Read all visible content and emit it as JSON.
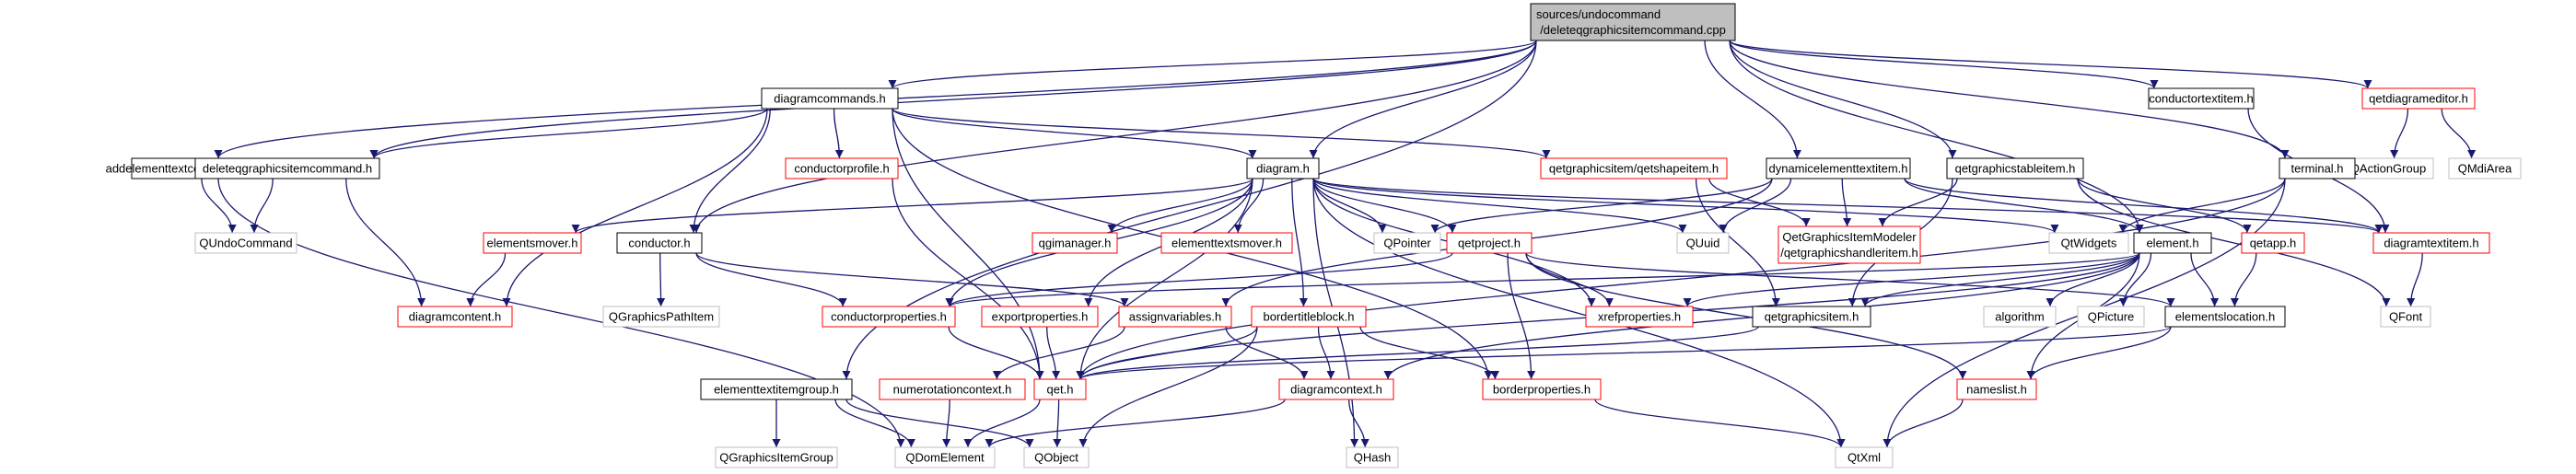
{
  "style": {
    "edge_color": "#191970",
    "root_fill": "#bfbfbf",
    "node_border_black": "#000000",
    "node_border_red": "#ff0000",
    "node_border_gray": "#bfbfbf",
    "node_fill": "#ffffff",
    "gray_text": "#000000"
  },
  "nodes": [
    {
      "id": "root",
      "lines": [
        "sources/undocommand",
        "/deleteqgraphicsitemcommand.cpp"
      ],
      "kind": "root"
    },
    {
      "id": "addelementtextcommand",
      "lines": [
        "addelementtextcommand.h"
      ],
      "kind": "black"
    },
    {
      "id": "deleteqgraphicsitemcommand",
      "lines": [
        "deleteqgraphicsitemcommand.h"
      ],
      "kind": "black"
    },
    {
      "id": "diagramcommands",
      "lines": [
        "diagramcommands.h"
      ],
      "kind": "black"
    },
    {
      "id": "conductortextitem",
      "lines": [
        "conductortextitem.h"
      ],
      "kind": "black"
    },
    {
      "id": "qetdiagrameditor",
      "lines": [
        "qetdiagrameditor.h"
      ],
      "kind": "red"
    },
    {
      "id": "qactiongroup",
      "lines": [
        "QActionGroup"
      ],
      "kind": "gray"
    },
    {
      "id": "qmdiarea",
      "lines": [
        "QMdiArea"
      ],
      "kind": "gray"
    },
    {
      "id": "terminal",
      "lines": [
        "terminal.h"
      ],
      "kind": "black"
    },
    {
      "id": "conductorprofile",
      "lines": [
        "conductorprofile.h"
      ],
      "kind": "red"
    },
    {
      "id": "diagram",
      "lines": [
        "diagram.h"
      ],
      "kind": "black"
    },
    {
      "id": "qetshapeitem",
      "lines": [
        "qetgraphicsitem/qetshapeitem.h"
      ],
      "kind": "red"
    },
    {
      "id": "dynamicelementtextitem",
      "lines": [
        "dynamicelementtextitem.h"
      ],
      "kind": "black"
    },
    {
      "id": "qetgraphicstableitem",
      "lines": [
        "qetgraphicstableitem.h"
      ],
      "kind": "black"
    },
    {
      "id": "qundocommand",
      "lines": [
        "QUndoCommand"
      ],
      "kind": "gray"
    },
    {
      "id": "elementsmover",
      "lines": [
        "elementsmover.h"
      ],
      "kind": "red"
    },
    {
      "id": "conductor",
      "lines": [
        "conductor.h"
      ],
      "kind": "black"
    },
    {
      "id": "qetgraphicsitemmodeler",
      "lines": [
        "QetGraphicsItemModeler",
        "/qetgraphicshandleritem.h"
      ],
      "kind": "red"
    },
    {
      "id": "qpointer",
      "lines": [
        "QPointer"
      ],
      "kind": "gray"
    },
    {
      "id": "qgimanager",
      "lines": [
        "qgimanager.h"
      ],
      "kind": "red"
    },
    {
      "id": "elementtextsmover",
      "lines": [
        "elementtextsmover.h"
      ],
      "kind": "red"
    },
    {
      "id": "qetproject",
      "lines": [
        "qetproject.h"
      ],
      "kind": "red"
    },
    {
      "id": "quuid",
      "lines": [
        "QUuid"
      ],
      "kind": "gray"
    },
    {
      "id": "qtwidgets",
      "lines": [
        "QtWidgets"
      ],
      "kind": "gray"
    },
    {
      "id": "element",
      "lines": [
        "element.h"
      ],
      "kind": "black"
    },
    {
      "id": "qetapp",
      "lines": [
        "qetapp.h"
      ],
      "kind": "red"
    },
    {
      "id": "diagramtextitem",
      "lines": [
        "diagramtextitem.h"
      ],
      "kind": "red"
    },
    {
      "id": "diagramcontent",
      "lines": [
        "diagramcontent.h"
      ],
      "kind": "red"
    },
    {
      "id": "qgraphicspathitem",
      "lines": [
        "QGraphicsPathItem"
      ],
      "kind": "gray"
    },
    {
      "id": "conductorproperties",
      "lines": [
        "conductorproperties.h"
      ],
      "kind": "red"
    },
    {
      "id": "exportproperties",
      "lines": [
        "exportproperties.h"
      ],
      "kind": "red"
    },
    {
      "id": "assignvariables",
      "lines": [
        "assignvariables.h"
      ],
      "kind": "red"
    },
    {
      "id": "bordertitleblock",
      "lines": [
        "bordertitleblock.h"
      ],
      "kind": "red"
    },
    {
      "id": "xrefproperties",
      "lines": [
        "xrefproperties.h"
      ],
      "kind": "red"
    },
    {
      "id": "qetgraphicsitem",
      "lines": [
        "qetgraphicsitem.h"
      ],
      "kind": "black"
    },
    {
      "id": "algorithm",
      "lines": [
        "algorithm"
      ],
      "kind": "gray"
    },
    {
      "id": "qpicture",
      "lines": [
        "QPicture"
      ],
      "kind": "gray"
    },
    {
      "id": "elementslocation",
      "lines": [
        "elementslocation.h"
      ],
      "kind": "black"
    },
    {
      "id": "qfont",
      "lines": [
        "QFont"
      ],
      "kind": "gray"
    },
    {
      "id": "elementtextitemgroup",
      "lines": [
        "elementtextitemgroup.h"
      ],
      "kind": "black"
    },
    {
      "id": "numerotationcontext",
      "lines": [
        "numerotationcontext.h"
      ],
      "kind": "red"
    },
    {
      "id": "qet",
      "lines": [
        "qet.h"
      ],
      "kind": "red"
    },
    {
      "id": "diagramcontext",
      "lines": [
        "diagramcontext.h"
      ],
      "kind": "red"
    },
    {
      "id": "borderproperties",
      "lines": [
        "borderproperties.h"
      ],
      "kind": "red"
    },
    {
      "id": "nameslist",
      "lines": [
        "nameslist.h"
      ],
      "kind": "red"
    },
    {
      "id": "qgraphicsitemgroup",
      "lines": [
        "QGraphicsItemGroup"
      ],
      "kind": "gray"
    },
    {
      "id": "qdomelement",
      "lines": [
        "QDomElement"
      ],
      "kind": "gray"
    },
    {
      "id": "qobject",
      "lines": [
        "QObject"
      ],
      "kind": "gray"
    },
    {
      "id": "qhash",
      "lines": [
        "QHash"
      ],
      "kind": "gray"
    },
    {
      "id": "qtxml",
      "lines": [
        "QtXml"
      ],
      "kind": "gray"
    }
  ],
  "edges": [
    [
      "root",
      "addelementtextcommand"
    ],
    [
      "root",
      "deleteqgraphicsitemcommand"
    ],
    [
      "root",
      "diagramcommands"
    ],
    [
      "root",
      "conductor"
    ],
    [
      "root",
      "elementtextitemgroup"
    ],
    [
      "root",
      "diagram"
    ],
    [
      "root",
      "dynamicelementtextitem"
    ],
    [
      "root",
      "qetgraphicstableitem"
    ],
    [
      "root",
      "element"
    ],
    [
      "root",
      "conductortextitem"
    ],
    [
      "root",
      "terminal"
    ],
    [
      "root",
      "qetdiagrameditor"
    ],
    [
      "qetdiagrameditor",
      "qactiongroup"
    ],
    [
      "qetdiagrameditor",
      "qmdiarea"
    ],
    [
      "addelementtextcommand",
      "qundocommand"
    ],
    [
      "addelementtextcommand",
      "qdomelement"
    ],
    [
      "deleteqgraphicsitemcommand",
      "qundocommand"
    ],
    [
      "deleteqgraphicsitemcommand",
      "diagramcontent"
    ],
    [
      "diagramcommands",
      "deleteqgraphicsitemcommand"
    ],
    [
      "diagramcommands",
      "conductorprofile"
    ],
    [
      "diagramcommands",
      "diagram"
    ],
    [
      "diagramcommands",
      "qetshapeitem"
    ],
    [
      "diagramcommands",
      "conductor"
    ],
    [
      "diagramcommands",
      "diagramcontent"
    ],
    [
      "diagramcommands",
      "borderproperties"
    ],
    [
      "diagramcommands",
      "qet"
    ],
    [
      "conductorprofile",
      "qet"
    ],
    [
      "diagram",
      "qpointer"
    ],
    [
      "diagram",
      "elementsmover"
    ],
    [
      "diagram",
      "qgimanager"
    ],
    [
      "diagram",
      "elementtextsmover"
    ],
    [
      "diagram",
      "qetproject"
    ],
    [
      "diagram",
      "quuid"
    ],
    [
      "diagram",
      "qtwidgets"
    ],
    [
      "diagram",
      "conductorproperties"
    ],
    [
      "diagram",
      "exportproperties"
    ],
    [
      "diagram",
      "bordertitleblock"
    ],
    [
      "diagram",
      "xrefproperties"
    ],
    [
      "diagram",
      "qet"
    ],
    [
      "diagram",
      "qhash"
    ],
    [
      "diagram",
      "qtxml"
    ],
    [
      "diagram",
      "diagramtextitem"
    ],
    [
      "elementsmover",
      "diagramcontent"
    ],
    [
      "qetshapeitem",
      "qetgraphicsitemmodeler"
    ],
    [
      "qetshapeitem",
      "qetgraphicsitem"
    ],
    [
      "dynamicelementtextitem",
      "qetgraphicsitemmodeler"
    ],
    [
      "dynamicelementtextitem",
      "quuid"
    ],
    [
      "dynamicelementtextitem",
      "qpointer"
    ],
    [
      "dynamicelementtextitem",
      "element"
    ],
    [
      "dynamicelementtextitem",
      "diagramtextitem"
    ],
    [
      "dynamicelementtextitem",
      "assignvariables"
    ],
    [
      "qetgraphicstableitem",
      "qetgraphicsitemmodeler"
    ],
    [
      "qetgraphicstableitem",
      "qetgraphicsitem"
    ],
    [
      "qetgraphicstableitem",
      "qetapp"
    ],
    [
      "qetgraphicstableitem",
      "qfont"
    ],
    [
      "conductor",
      "qgraphicspathitem"
    ],
    [
      "conductor",
      "conductorproperties"
    ],
    [
      "conductor",
      "assignvariables"
    ],
    [
      "conductortextitem",
      "diagramtextitem"
    ],
    [
      "terminal",
      "qtwidgets"
    ],
    [
      "terminal",
      "qet"
    ],
    [
      "terminal",
      "qtxml"
    ],
    [
      "qetproject",
      "conductorproperties"
    ],
    [
      "qetproject",
      "xrefproperties"
    ],
    [
      "qetproject",
      "borderproperties"
    ],
    [
      "qetproject",
      "elementslocation"
    ],
    [
      "qetproject",
      "nameslist"
    ],
    [
      "element",
      "qetgraphicsitem"
    ],
    [
      "element",
      "algorithm"
    ],
    [
      "element",
      "qpicture"
    ],
    [
      "element",
      "elementslocation"
    ],
    [
      "element",
      "xrefproperties"
    ],
    [
      "element",
      "nameslist"
    ],
    [
      "element",
      "diagramcontext"
    ],
    [
      "element",
      "qet"
    ],
    [
      "element",
      "conductorproperties"
    ],
    [
      "qetapp",
      "elementslocation"
    ],
    [
      "diagramtextitem",
      "qfont"
    ],
    [
      "conductorproperties",
      "qet"
    ],
    [
      "exportproperties",
      "qet"
    ],
    [
      "assignvariables",
      "diagramcontext"
    ],
    [
      "assignvariables",
      "numerotationcontext"
    ],
    [
      "bordertitleblock",
      "diagramcontext"
    ],
    [
      "bordertitleblock",
      "borderproperties"
    ],
    [
      "bordertitleblock",
      "qobject"
    ],
    [
      "bordertitleblock",
      "qet"
    ],
    [
      "qetgraphicsitem",
      "qet"
    ],
    [
      "elementslocation",
      "nameslist"
    ],
    [
      "elementslocation",
      "qet"
    ],
    [
      "elementtextitemgroup",
      "qgraphicsitemgroup"
    ],
    [
      "elementtextitemgroup",
      "qdomelement"
    ],
    [
      "elementtextitemgroup",
      "qobject"
    ],
    [
      "numerotationcontext",
      "qdomelement"
    ],
    [
      "qet",
      "qdomelement"
    ],
    [
      "qet",
      "qobject"
    ],
    [
      "diagramcontext",
      "qhash"
    ],
    [
      "diagramcontext",
      "qdomelement"
    ],
    [
      "borderproperties",
      "qtxml"
    ],
    [
      "nameslist",
      "qtxml"
    ]
  ]
}
